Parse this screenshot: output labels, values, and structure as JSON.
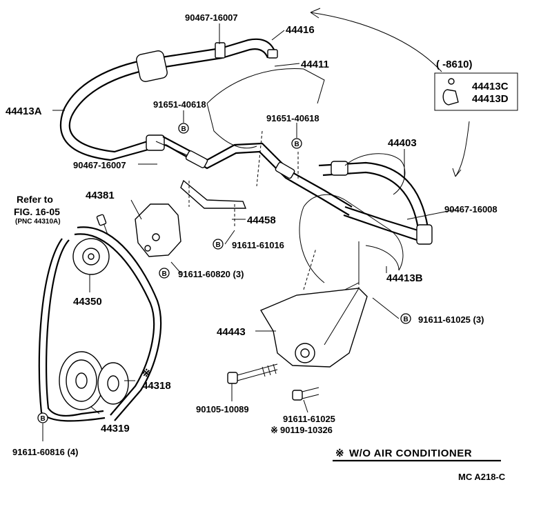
{
  "labels": {
    "p90467_16007_top": "90467-16007",
    "p44416": "44416",
    "p44411": "44411",
    "p8610": "(        -8610)",
    "p44413C": "44413C",
    "p44413D": "44413D",
    "p44413A": "44413A",
    "p91651_40618_a": "91651-40618",
    "p91651_40618_b": "91651-40618",
    "p44403": "44403",
    "p90467_16007_mid": "90467-16007",
    "refer_to": "Refer to",
    "fig": "FIG. 16-05",
    "pnc": "(PNC 44310A)",
    "p44381": "44381",
    "p90467_16008": "90467-16008",
    "p44458": "44458",
    "p91611_61016": "91611-61016",
    "p91611_60820": "91611-60820 (3)",
    "p44413B": "44413B",
    "p44350": "44350",
    "p91611_61025_3": "91611-61025 (3)",
    "p44443": "44443",
    "p44318": "44318",
    "p90105_10089": "90105-10089",
    "p91611_61025": "91611-61025",
    "p90119_10326": "90119-10326",
    "p44319": "44319",
    "p91611_60816": "91611-60816 (4)",
    "note": "W/O AIR  CONDITIONER",
    "code": "MC  A218-C",
    "b_marker": "B",
    "star": "※"
  }
}
